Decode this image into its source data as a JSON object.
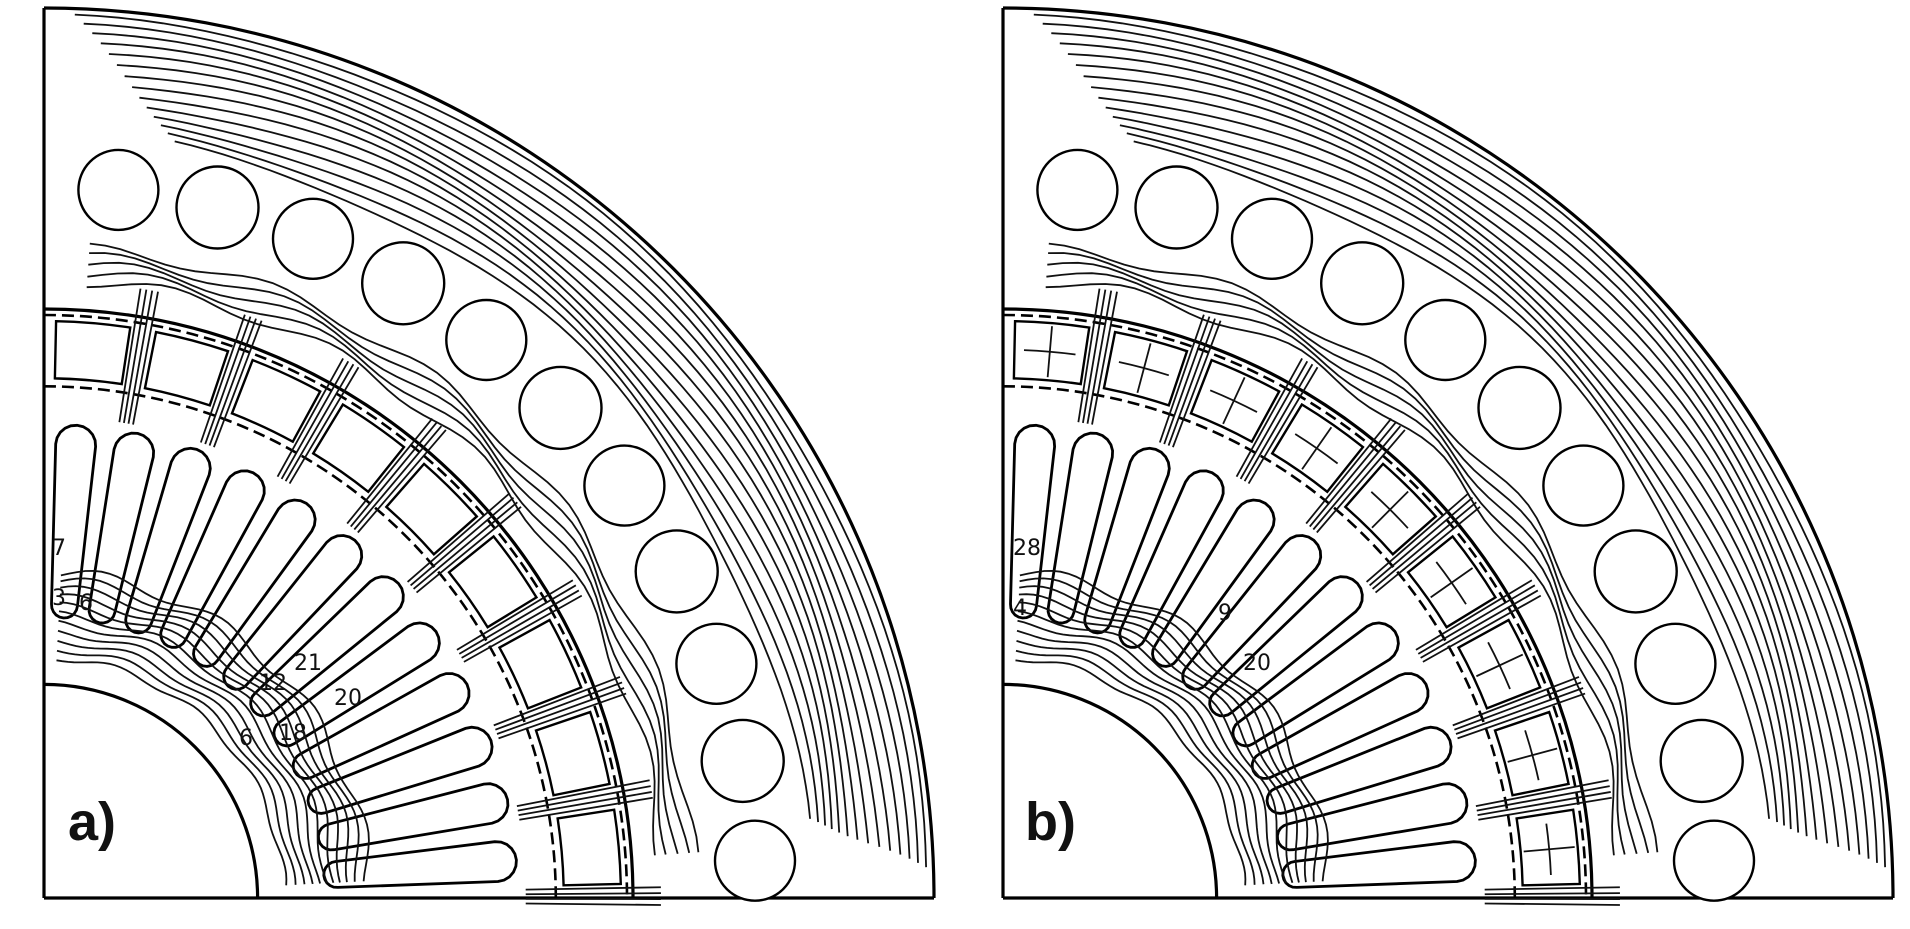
{
  "panels": [
    {
      "id": "a",
      "label": "a)",
      "contour_numbers": [
        "7",
        "3",
        "6",
        "21",
        "12",
        "20",
        "18",
        "6"
      ]
    },
    {
      "id": "b",
      "label": "b)",
      "contour_numbers": [
        "28",
        "4",
        "9",
        "20"
      ]
    }
  ]
}
